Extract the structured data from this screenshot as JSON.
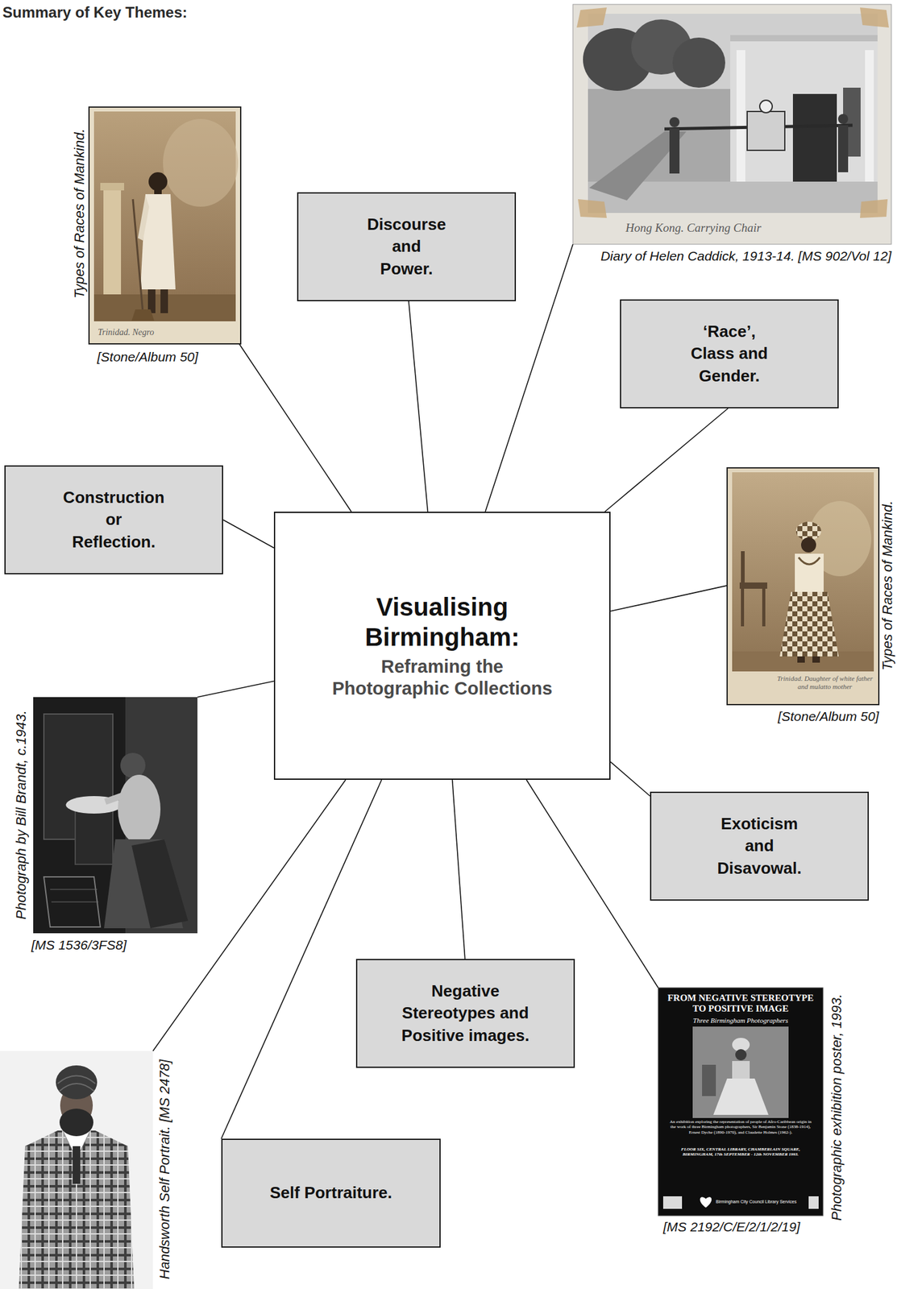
{
  "diagram": {
    "title": "Summary of Key Themes:",
    "nodes": [
      {
        "text": [
          "Diary of Helen Caddick, 1913-14. [MS 902/Vol 12]",
          "Hong Kong. Carrying Chair"
        ]
      },
      {
        "text": [
          "Types of Races of Mankind.",
          "[Stone/Album 50]",
          "Trinidad. Negro"
        ]
      },
      {
        "text": [
          "Discourse and Power."
        ]
      },
      {
        "text": [
          "‘Race’, Class and Gender."
        ]
      },
      {
        "text": [
          "Construction or Reflection."
        ]
      },
      {
        "text": [
          "Types of Races of Mankind.",
          "[Stone/Album 50]",
          "Trinidad. Daughter of white father and mulatto mother"
        ]
      },
      {
        "text": [
          "Visualising Birmingham:",
          "Reframing the Photographic Collections"
        ]
      },
      {
        "text": [
          "Photograph by Bill Brandt, c.1943.",
          "[MS 1536/3FS8]"
        ]
      },
      {
        "text": [
          "Exoticism and Disavowal."
        ]
      },
      {
        "text": [
          "Negative Stereotypes and Positive images."
        ]
      },
      {
        "text": [
          "FROM NEGATIVE STEREOTYPE TO POSITIVE IMAGE",
          "Three Birmingham Photographers",
          "An exhibition exploring the representation of people of Afro-Caribbean origin in the work of three Birmingham photographers, Sir Benjamin Stone (1838-1914), Ernest Dyche (1890-1970), and Claudette Holmes (1962-).",
          "FLOOR SIX, CENTRAL LIBRARY, CHAMBERLAIN SQUARE, BIRMINGHAM, 17th SEPTEMBER - 12th NOVEMBER 1993.",
          "Birmingham City Council Library Services",
          "Photographic exhibition poster, 1993.",
          "[MS 2192/C/E/2/1/2/19]"
        ]
      },
      {
        "text": [
          "Handsworth Self Portrait. [MS 2478]"
        ]
      },
      {
        "text": [
          "Self Portraiture."
        ]
      }
    ],
    "edges": [
      {
        "from": 6,
        "to": 1,
        "arrow": "none"
      },
      {
        "from": 6,
        "to": 2,
        "arrow": "none"
      },
      {
        "from": 6,
        "to": 0,
        "arrow": "none"
      },
      {
        "from": 6,
        "to": 3,
        "arrow": "none"
      },
      {
        "from": 6,
        "to": 5,
        "arrow": "none"
      },
      {
        "from": 6,
        "to": 8,
        "arrow": "none"
      },
      {
        "from": 6,
        "to": 10,
        "arrow": "none"
      },
      {
        "from": 6,
        "to": 9,
        "arrow": "none"
      },
      {
        "from": 6,
        "to": 12,
        "arrow": "none"
      },
      {
        "from": 6,
        "to": 11,
        "arrow": "none"
      },
      {
        "from": 6,
        "to": 7,
        "arrow": "none"
      },
      {
        "from": 6,
        "to": 4,
        "arrow": "none"
      }
    ]
  }
}
